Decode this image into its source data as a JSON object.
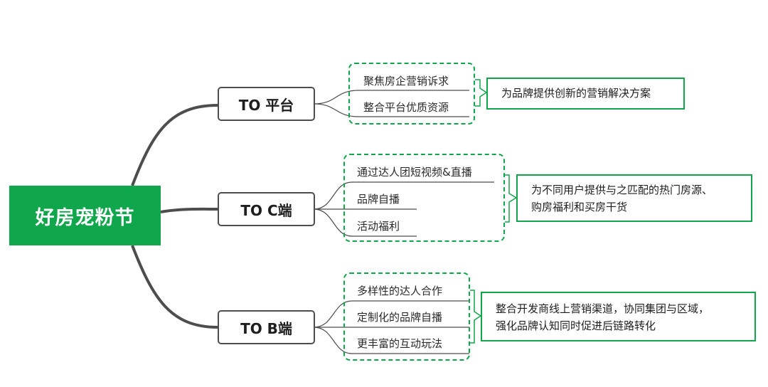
{
  "colors": {
    "accent": "#10a64b",
    "line": "#4d4d4d"
  },
  "root": {
    "label": "好房宠粉节"
  },
  "branches": [
    {
      "label": "TO 平台",
      "items": [
        "聚焦房企营销诉求",
        "整合平台优质资源"
      ],
      "summary": [
        "为品牌提供创新的营销解决方案"
      ]
    },
    {
      "label": "TO C端",
      "items": [
        "通过达人团短视频&直播",
        "品牌自播",
        "活动福利"
      ],
      "summary": [
        "为不同用户提供与之匹配的热门房源、",
        "购房福利和买房干货"
      ]
    },
    {
      "label": "TO B端",
      "items": [
        "多样性的达人合作",
        "定制化的品牌自播",
        "更丰富的互动玩法"
      ],
      "summary": [
        "整合开发商线上营销渠道，协同集团与区域，",
        "强化品牌认知同时促进后链路转化"
      ]
    }
  ]
}
